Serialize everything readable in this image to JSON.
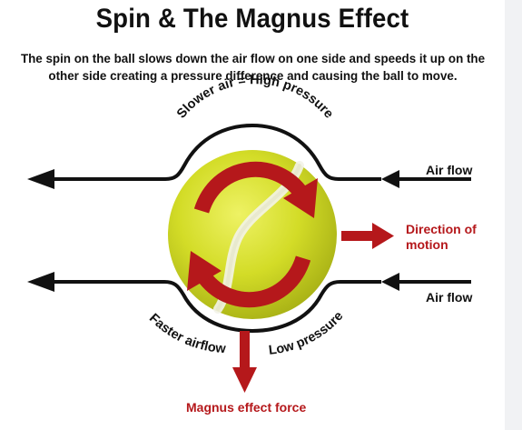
{
  "title": "Spin & The Magnus Effect",
  "subtitle_line1": "The spin on the ball slows down the air flow on one side and speeds it up on the",
  "subtitle_line2": "other side creating a pressure difference and causing the ball to move.",
  "labels": {
    "slower_air": "Slower air = High pressure",
    "faster_airflow": "Faster airflow",
    "low_pressure": "Low pressure",
    "air_flow_top": "Air flow",
    "air_flow_bottom": "Air flow",
    "direction_line1": "Direction of",
    "direction_line2": "motion",
    "magnus_force": "Magnus effect force"
  },
  "colors": {
    "text": "#111111",
    "red": "#b5181b",
    "ball": "#d6e02a",
    "panel": "#f1f2f4"
  },
  "icons": [
    "tennis-ball-icon",
    "rotation-arrows-icon"
  ]
}
